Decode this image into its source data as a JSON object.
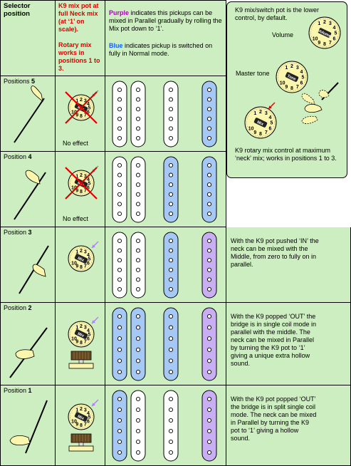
{
  "header": {
    "selector": "Selector position",
    "k9_heading": "K9 mix pot at full Neck mix (at ‘1’ on scale).",
    "rotary_note": "Rotary mix works in positions 1 to 3.",
    "purple_word": "Purple",
    "purple_rest": " indicates this pickups can be mixed in Parallel gradually by rolling the Mix pot down to ‘1’.",
    "blue_word": "Blue",
    "blue_rest": " indicates pickup is switched on fully in Normal mode."
  },
  "callout": {
    "intro": "K9 mix/switch pot is the lower control, by default.",
    "volume_label": "Volume",
    "master_tone_label": "Master tone",
    "footer": "K9 rotary mix control at maximum ‘neck’ mix; works in positions 1 to 3."
  },
  "knob_labels": {
    "volume_center": "Volume",
    "tone_center": "Tone",
    "mix_center": "Mix",
    "digits": "1 2 3 4 5 6 7 8 9 10"
  },
  "rows": [
    {
      "position_prefix": "Positions ",
      "position_number": "5",
      "k9_caption": "No effect",
      "k9_crossed": true,
      "show_pushpull": false,
      "pickups": [
        "white",
        "white",
        "white",
        "blue"
      ],
      "description": ""
    },
    {
      "position_prefix": "Position ",
      "position_number": "4",
      "k9_caption": "No effect",
      "k9_crossed": true,
      "show_pushpull": false,
      "pickups": [
        "white",
        "white",
        "blue",
        "blue"
      ],
      "description": ""
    },
    {
      "position_prefix": "Position ",
      "position_number": "3",
      "k9_caption": "",
      "k9_crossed": false,
      "show_pushpull": false,
      "pickups": [
        "white",
        "white",
        "blue",
        "purple"
      ],
      "description": "With the K9 pot pushed ‘IN’ the neck can be mixed with the Middle, from zero to fully on in parallel."
    },
    {
      "position_prefix": "Position ",
      "position_number": "2",
      "k9_caption": "",
      "k9_crossed": false,
      "show_pushpull": true,
      "pickups": [
        "blue",
        "blue",
        "blue",
        "purple"
      ],
      "description": "With the K9 popped ‘OUT’ the bridge is in single coil mode in parallel with the middle. The neck can be mixed in Parallel by turning the K9 pot to ‘1’ giving a unique extra hollow sound."
    },
    {
      "position_prefix": "Position ",
      "position_number": "1",
      "k9_caption": "",
      "k9_crossed": false,
      "show_pushpull": true,
      "pickups": [
        "blue",
        "white",
        "white",
        "purple"
      ],
      "description": "With the K9 pot popped ‘OUT’ the bridge is in split single coil mode. The neck can be mixed in Parallel by turning the K9 pot to ‘1’ giving a hollow sound."
    }
  ],
  "colors": {
    "background_green": "#cdeec0",
    "white_pickup": "#ffffff",
    "blue_pickup": "#a6c8f4",
    "purple_pickup": "#c9aef4",
    "knob_cream": "#fbf6ad",
    "red_cross": "#e00000",
    "red_text": "#e00000",
    "purple_text": "#b000c0",
    "blue_text": "#1060ff"
  }
}
